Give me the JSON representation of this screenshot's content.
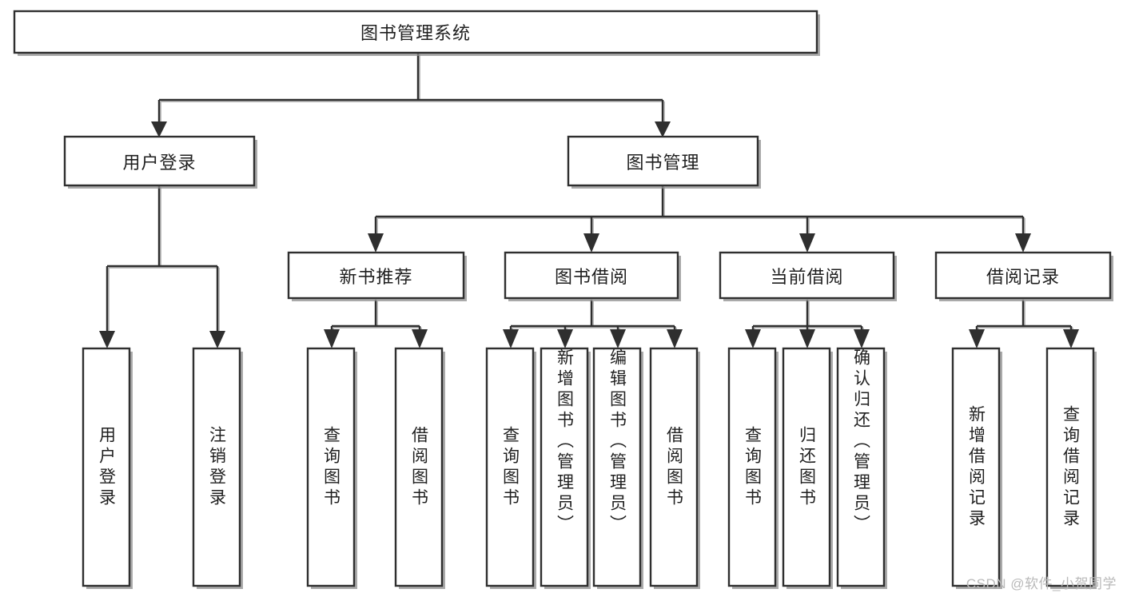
{
  "diagram": {
    "title": "图书管理系统",
    "type": "hierarchy-tree",
    "watermark": "CSDN @软件_小贺同学",
    "colors": {
      "box_stroke": "#2f2f2f",
      "box_fill": "#ffffff",
      "connector": "#2f2f2f",
      "shadow": "#8d8d8d",
      "text": "#1c1c1c",
      "watermark": "#b9b9b9"
    }
  },
  "nodes": {
    "root": {
      "label": "图书管理系统",
      "orientation": "horizontal",
      "level": 1
    },
    "level2": [
      {
        "id": "user-login",
        "label": "用户登录",
        "orientation": "horizontal",
        "level": 2
      },
      {
        "id": "book-manage",
        "label": "图书管理",
        "orientation": "horizontal",
        "level": 2
      }
    ],
    "level3": [
      {
        "id": "new-book-recommend",
        "label": "新书推荐",
        "orientation": "horizontal",
        "level": 3
      },
      {
        "id": "book-borrow",
        "label": "图书借阅",
        "orientation": "horizontal",
        "level": 3
      },
      {
        "id": "current-borrow",
        "label": "当前借阅",
        "orientation": "horizontal",
        "level": 3
      },
      {
        "id": "borrow-record",
        "label": "借阅记录",
        "orientation": "horizontal",
        "level": 3
      }
    ],
    "leaves": [
      {
        "id": "leaf-user-login",
        "label": "用户登录",
        "orientation": "vertical",
        "parent": "user-login"
      },
      {
        "id": "leaf-logout-login",
        "label": "注销登录",
        "orientation": "vertical",
        "parent": "user-login"
      },
      {
        "id": "leaf-query-book-1",
        "label": "查询图书",
        "orientation": "vertical",
        "parent": "new-book-recommend"
      },
      {
        "id": "leaf-borrow-book-1",
        "label": "借阅图书",
        "orientation": "vertical",
        "parent": "new-book-recommend"
      },
      {
        "id": "leaf-query-book-2",
        "label": "查询图书",
        "orientation": "vertical",
        "parent": "book-borrow"
      },
      {
        "id": "leaf-add-book",
        "label": "新增图书（管理员）",
        "orientation": "vertical",
        "parent": "book-borrow"
      },
      {
        "id": "leaf-edit-book",
        "label": "编辑图书（管理员）",
        "orientation": "vertical",
        "parent": "book-borrow"
      },
      {
        "id": "leaf-borrow-book-2",
        "label": "借阅图书",
        "orientation": "vertical",
        "parent": "book-borrow"
      },
      {
        "id": "leaf-query-book-3",
        "label": "查询图书",
        "orientation": "vertical",
        "parent": "current-borrow"
      },
      {
        "id": "leaf-return-book",
        "label": "归还图书",
        "orientation": "vertical",
        "parent": "current-borrow"
      },
      {
        "id": "leaf-confirm-return",
        "label": "确认归还（管理员）",
        "orientation": "vertical",
        "parent": "current-borrow"
      },
      {
        "id": "leaf-add-record",
        "label": "新增借阅记录",
        "orientation": "vertical",
        "parent": "borrow-record"
      },
      {
        "id": "leaf-query-record",
        "label": "查询借阅记录",
        "orientation": "vertical",
        "parent": "borrow-record"
      }
    ]
  },
  "chart_data": {
    "type": "table",
    "title": "图书管理系统",
    "tree": [
      {
        "label": "图书管理系统",
        "children": [
          {
            "label": "用户登录",
            "children": [
              {
                "label": "用户登录"
              },
              {
                "label": "注销登录"
              }
            ]
          },
          {
            "label": "图书管理",
            "children": [
              {
                "label": "新书推荐",
                "children": [
                  {
                    "label": "查询图书"
                  },
                  {
                    "label": "借阅图书"
                  }
                ]
              },
              {
                "label": "图书借阅",
                "children": [
                  {
                    "label": "查询图书"
                  },
                  {
                    "label": "新增图书（管理员）"
                  },
                  {
                    "label": "编辑图书（管理员）"
                  },
                  {
                    "label": "借阅图书"
                  }
                ]
              },
              {
                "label": "当前借阅",
                "children": [
                  {
                    "label": "查询图书"
                  },
                  {
                    "label": "归还图书"
                  },
                  {
                    "label": "确认归还（管理员）"
                  }
                ]
              },
              {
                "label": "借阅记录",
                "children": [
                  {
                    "label": "新增借阅记录"
                  },
                  {
                    "label": "查询借阅记录"
                  }
                ]
              }
            ]
          }
        ]
      }
    ]
  }
}
